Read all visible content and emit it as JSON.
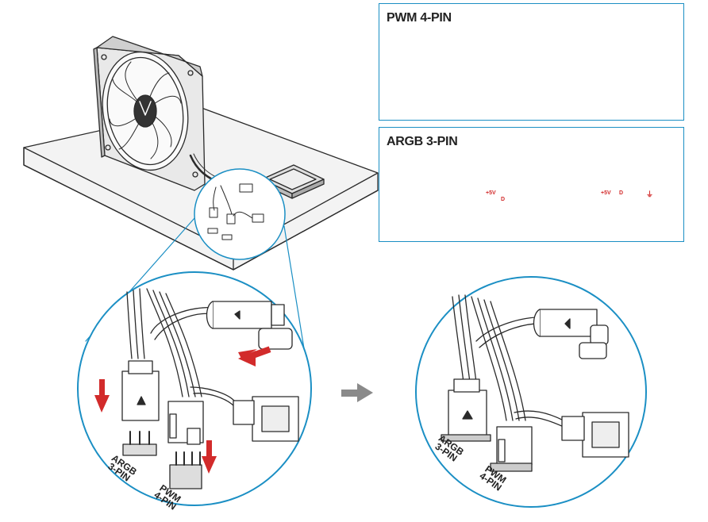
{
  "panels": {
    "pwm": {
      "title": "PWM 4-PIN"
    },
    "argb": {
      "title": "ARGB 3-PIN",
      "pin_labels": [
        "+5V",
        "D",
        "⏚"
      ]
    }
  },
  "header_labels": {
    "argb": "ARGB\n3-PIN",
    "pwm": "PWM\n4-PIN"
  },
  "colors": {
    "accent_blue": "#1b8fc4",
    "arrow_red": "#d22b2b",
    "arrow_gray": "#8a8a8a",
    "line": "#2a2a2a"
  },
  "icons": [
    "fan-icon",
    "motherboard-icon",
    "cpu-icon",
    "red-arrow-icon",
    "gray-arrow-icon"
  ]
}
